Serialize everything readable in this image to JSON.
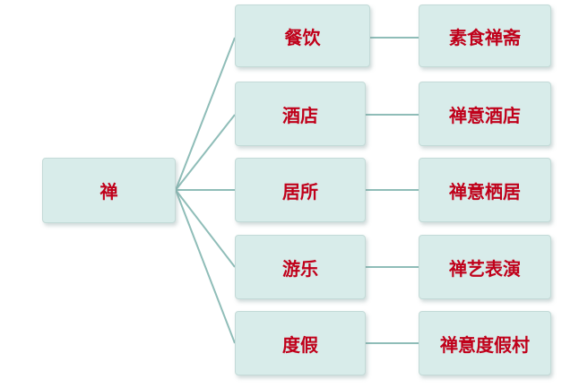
{
  "diagram": {
    "root": "禅",
    "branches": [
      {
        "category": "餐饮",
        "item": "素食禅斋"
      },
      {
        "category": "酒店",
        "item": "禅意酒店"
      },
      {
        "category": "居所",
        "item": "禅意栖居"
      },
      {
        "category": "游乐",
        "item": "禅艺表演"
      },
      {
        "category": "度假",
        "item": "禅意度假村"
      }
    ]
  },
  "colors": {
    "box_fill": "#d8ecea",
    "text": "#c0001a",
    "connector": "#8fbdb8"
  }
}
